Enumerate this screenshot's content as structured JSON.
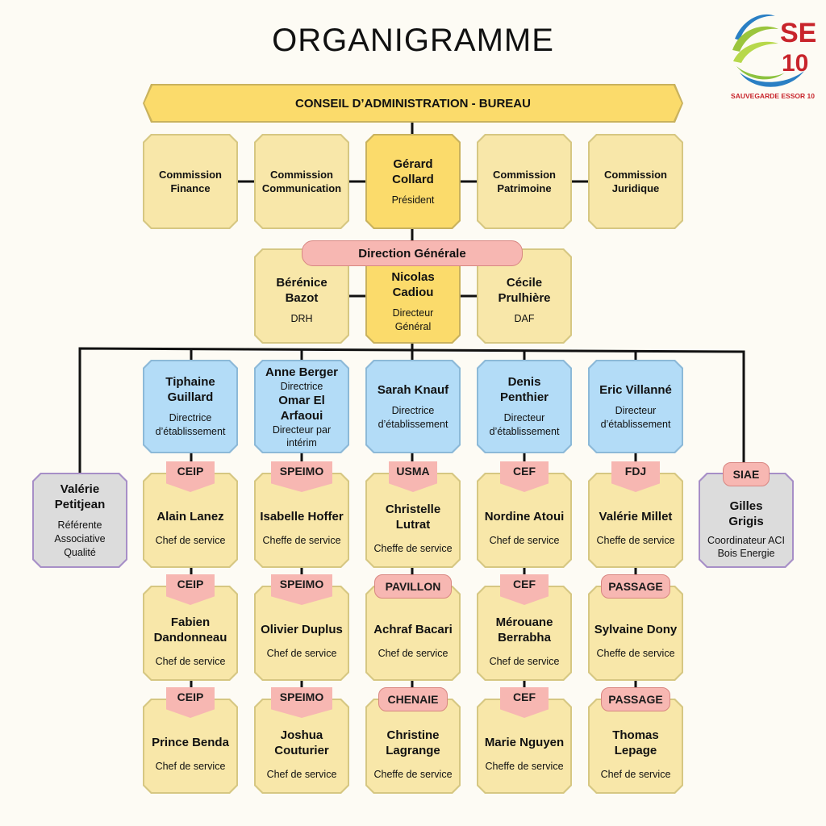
{
  "title": "ORGANIGRAMME",
  "logo": {
    "mark_top": "SE",
    "mark_bottom": "10",
    "caption": "SAUVEGARDE ESSOR 10",
    "colors": {
      "red": "#c8242b",
      "green": "#9bc53d",
      "blue": "#2a7fc4"
    }
  },
  "board": {
    "banner": "CONSEIL D’ADMINISTRATION - BUREAU",
    "commissions": [
      "Commission Finance",
      "Commission Communication",
      "Commission Patrimoine",
      "Commission Juridique"
    ],
    "president": {
      "name": "Gérard Collard",
      "role": "Président"
    }
  },
  "direction": {
    "label": "Direction Générale",
    "left": {
      "name": "Bérénice Bazot",
      "role": "DRH"
    },
    "center": {
      "name": "Nicolas Cadiou",
      "role": "Directeur Général"
    },
    "right": {
      "name": "Cécile Prulhière",
      "role": "DAF"
    }
  },
  "side_left": {
    "name": "Valérie Petitjean",
    "role": "Référente Associative Qualité"
  },
  "side_right": {
    "tag": "SIAE",
    "name": "Gilles Grigis",
    "role": "Coordinateur ACI Bois Energie"
  },
  "columns": [
    {
      "director": {
        "name": "Tiphaine Guillard",
        "role": "Directrice d’établissement"
      },
      "services": [
        {
          "tag": "CEIP",
          "name": "Alain Lanez",
          "role": "Chef de service"
        },
        {
          "tag": "CEIP",
          "name": "Fabien Dandonneau",
          "role": "Chef de service"
        },
        {
          "tag": "CEIP",
          "name": "Prince Benda",
          "role": "Chef de service"
        }
      ]
    },
    {
      "director": {
        "name": "Anne Berger",
        "role": "Directrice",
        "name2": "Omar El Arfaoui",
        "role2": "Directeur par intérim"
      },
      "services": [
        {
          "tag": "SPEIMO",
          "name": "Isabelle Hoffer",
          "role": "Cheffe de service"
        },
        {
          "tag": "SPEIMO",
          "name": "Olivier Duplus",
          "role": "Chef de service"
        },
        {
          "tag": "SPEIMO",
          "name": "Joshua Couturier",
          "role": "Chef de service"
        }
      ]
    },
    {
      "director": {
        "name": "Sarah Knauf",
        "role": "Directrice d’établissement"
      },
      "services": [
        {
          "tag": "USMA",
          "name": "Christelle Lutrat",
          "role": "Cheffe de service"
        },
        {
          "tag": "PAVILLON",
          "name": "Achraf Bacari",
          "role": "Chef de service"
        },
        {
          "tag": "CHENAIE",
          "name": "Christine Lagrange",
          "role": "Cheffe de service"
        }
      ]
    },
    {
      "director": {
        "name": "Denis Penthier",
        "role": "Directeur d’établissement"
      },
      "services": [
        {
          "tag": "CEF",
          "name": "Nordine Atoui",
          "role": "Chef de service"
        },
        {
          "tag": "CEF",
          "name": "Mérouane Berrabha",
          "role": "Chef de service"
        },
        {
          "tag": "CEF",
          "name": "Marie Nguyen",
          "role": "Cheffe de service"
        }
      ]
    },
    {
      "director": {
        "name": "Eric Villanné",
        "role": "Directeur d’établissement"
      },
      "services": [
        {
          "tag": "FDJ",
          "name": "Valérie Millet",
          "role": "Cheffe de service"
        },
        {
          "tag": "PASSAGE",
          "name": "Sylvaine Dony",
          "role": "Cheffe de service"
        },
        {
          "tag": "PASSAGE",
          "name": "Thomas Lepage",
          "role": "Chef de service"
        }
      ]
    }
  ]
}
